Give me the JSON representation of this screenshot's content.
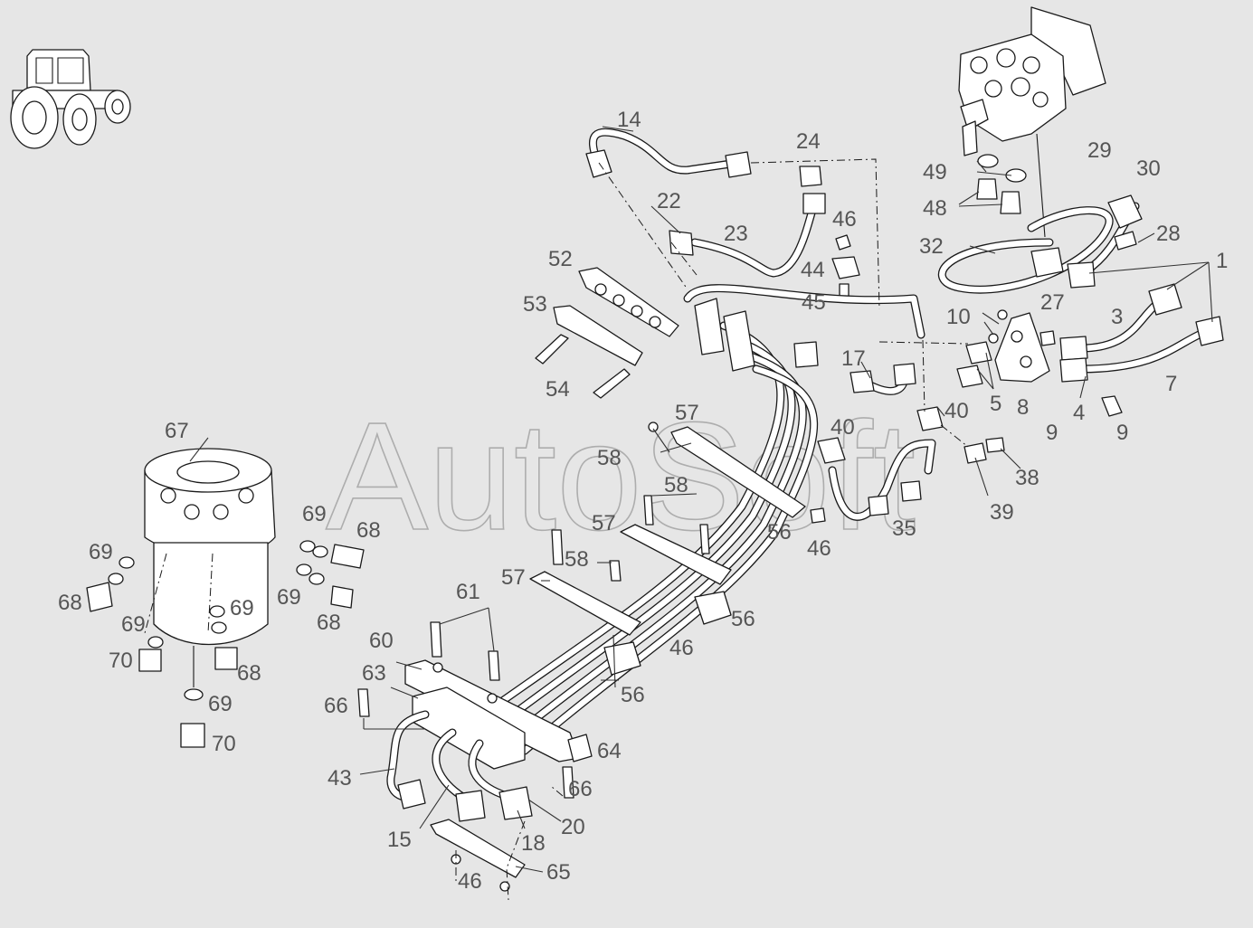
{
  "watermark": "AutoSoft",
  "icons": {
    "vehicle_icon": "tractor-icon"
  },
  "colors": {
    "background": "#e6e6e6",
    "line": "#1a1a1a",
    "callout_text": "#555555",
    "watermark": "#9a9a9a"
  },
  "callouts": {
    "c14": "14",
    "c24": "24",
    "c22": "22",
    "c23": "23",
    "c46a": "46",
    "c44": "44",
    "c45": "45",
    "c49": "49",
    "c48": "48",
    "c29": "29",
    "c30": "30",
    "c28": "28",
    "c32": "32",
    "c27": "27",
    "c1": "1",
    "c3": "3",
    "c7": "7",
    "c10": "10",
    "c5": "5",
    "c8": "8",
    "c9a": "9",
    "c4": "4",
    "c9b": "9",
    "c17": "17",
    "c40a": "40",
    "c40b": "40",
    "c38": "38",
    "c39": "39",
    "c35": "35",
    "c52": "52",
    "c53": "53",
    "c54": "54",
    "c57a": "57",
    "c58a": "58",
    "c58b": "58",
    "c56a": "56",
    "c46b": "46",
    "c57b": "57",
    "c58c": "58",
    "c57c": "57",
    "c56b": "56",
    "c46c": "46",
    "c56c": "56",
    "c67": "67",
    "c69a": "69",
    "c68a": "68",
    "c69b": "69",
    "c68b": "68",
    "c69c": "69",
    "c68c": "68",
    "c69d": "69",
    "c69e": "69",
    "c70a": "70",
    "c68d": "68",
    "c69f": "69",
    "c70b": "70",
    "c61": "61",
    "c60": "60",
    "c63": "63",
    "c66a": "66",
    "c64": "64",
    "c43": "43",
    "c66b": "66",
    "c15": "15",
    "c18": "18",
    "c20": "20",
    "c65": "65",
    "c46d": "46"
  }
}
